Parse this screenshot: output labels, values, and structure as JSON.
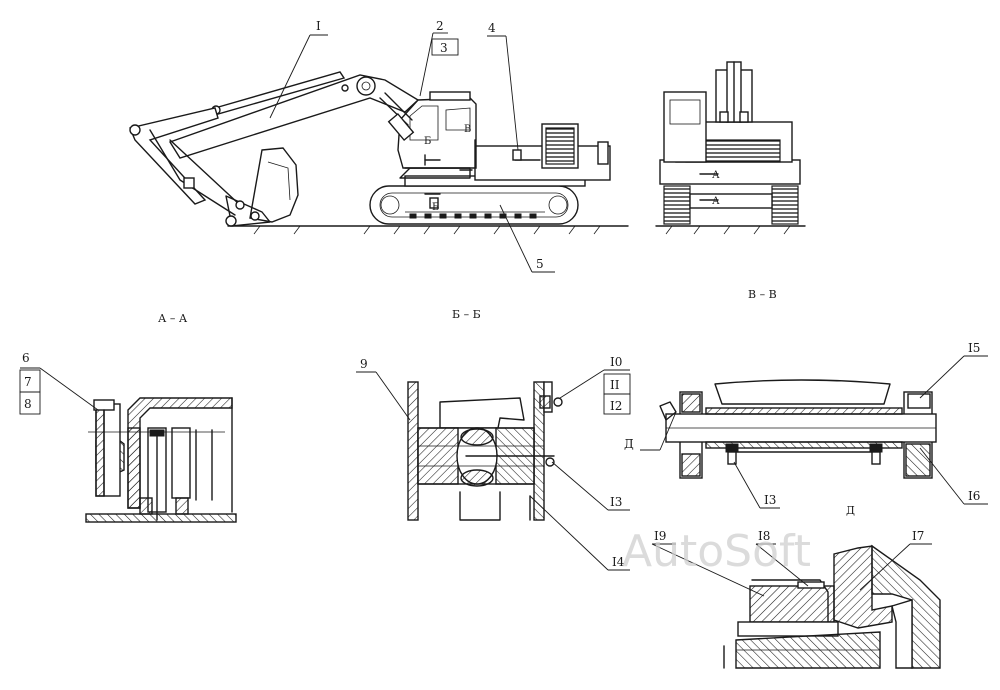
{
  "watermark": "AutoSoft",
  "section_titles": {
    "aa": "А – А",
    "bb": "Б – Б",
    "vv": "В – В",
    "d": "Д"
  },
  "callouts": {
    "c1": "I",
    "c2": "2",
    "c3": "3",
    "c4": "4",
    "c5": "5",
    "c6": "6",
    "c7": "7",
    "c8": "8",
    "c9": "9",
    "c10": "I0",
    "c11": "II",
    "c12": "I2",
    "c13a": "I3",
    "c13b": "I3",
    "c14": "I4",
    "c15": "I5",
    "c16": "I6",
    "c17": "I7",
    "c18": "I8",
    "c19": "I9",
    "cd": "Д"
  },
  "view_marks": {
    "b_cab": "Б",
    "v_cab": "В",
    "b_low": "Б",
    "a_rear": "А",
    "a_rear2": "А"
  },
  "colors": {
    "ink": "#1a1a1a",
    "paper": "#ffffff",
    "watermark": "#cfcfcf"
  }
}
